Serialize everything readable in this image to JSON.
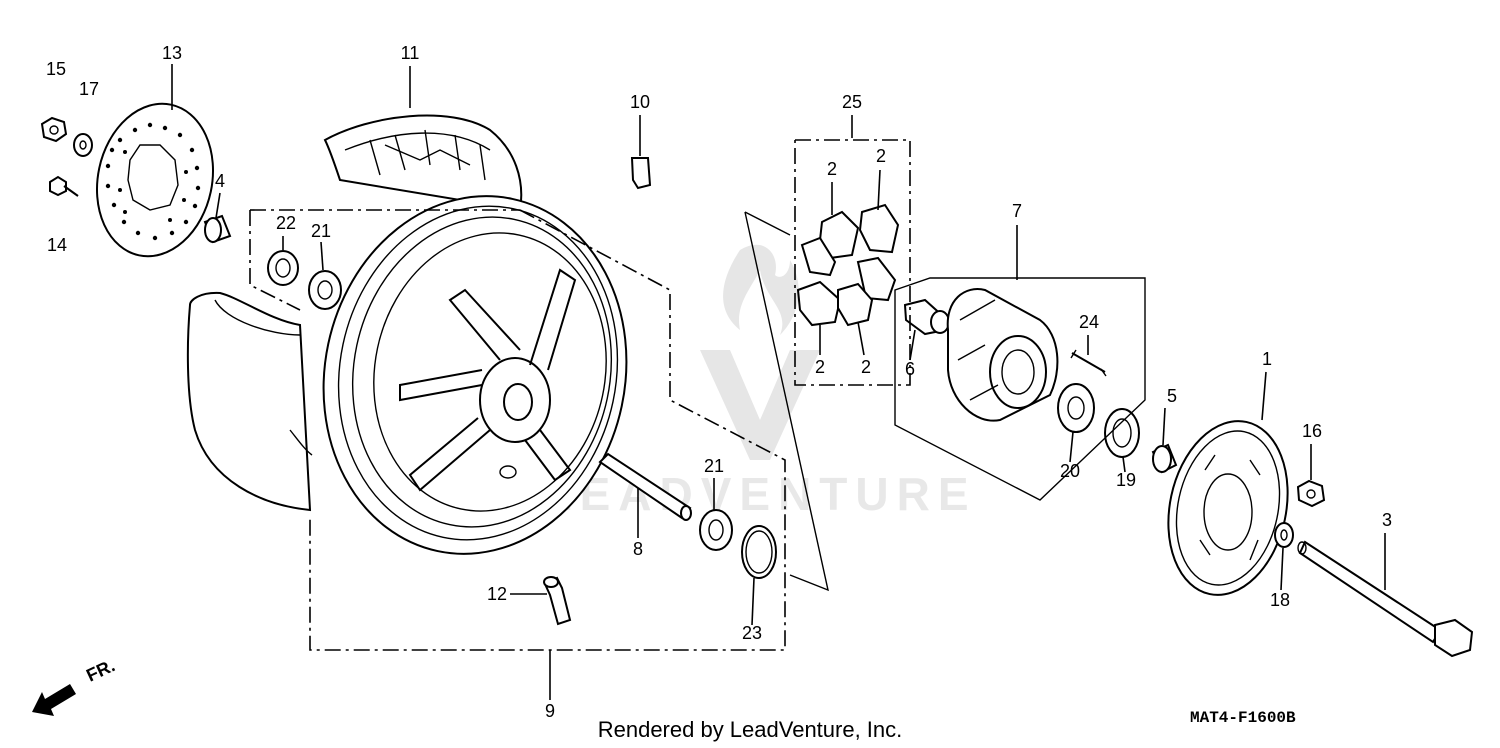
{
  "diagram_code": "MAT4-F1600B",
  "credit": "Rendered by LeadVenture, Inc.",
  "watermark": "LEADVENTURE",
  "front_indicator": "FR.",
  "callouts": {
    "c1": "1",
    "c2a": "2",
    "c2b": "2",
    "c2c": "2",
    "c2d": "2",
    "c3": "3",
    "c4": "4",
    "c5": "5",
    "c6": "6",
    "c7": "7",
    "c8": "8",
    "c9": "9",
    "c10": "10",
    "c11": "11",
    "c12": "12",
    "c13": "13",
    "c14": "14",
    "c15": "15",
    "c16": "16",
    "c17": "17",
    "c18": "18",
    "c19": "19",
    "c20": "20",
    "c21a": "21",
    "c21b": "21",
    "c22": "22",
    "c23": "23",
    "c24": "24",
    "c25": "25"
  }
}
